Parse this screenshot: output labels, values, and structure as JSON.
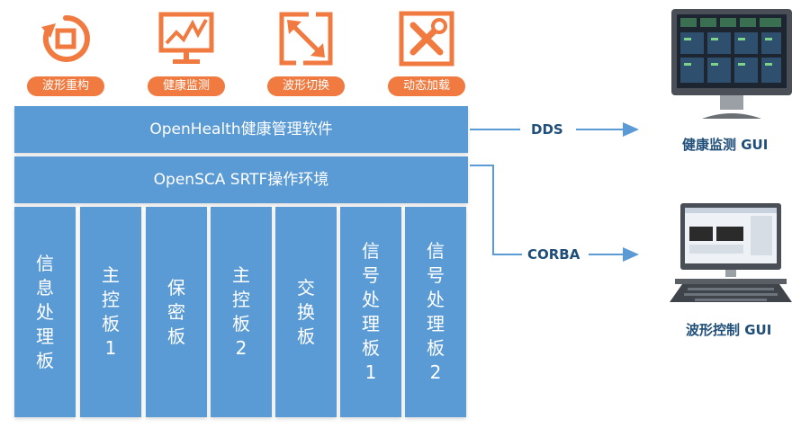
{
  "features": [
    {
      "label": "波形重构",
      "icon": "refresh-square-icon"
    },
    {
      "label": "健康监测",
      "icon": "monitor-chart-icon"
    },
    {
      "label": "波形切换",
      "icon": "switch-arrows-icon"
    },
    {
      "label": "动态加载",
      "icon": "tools-icon"
    }
  ],
  "stack": {
    "top": "OpenHealth健康管理软件",
    "middle": "OpenSCA SRTF操作环境",
    "boards": [
      "信息处理板",
      "主控板1",
      "保密板",
      "主控板2",
      "交换板",
      "信号处理板1",
      "信号处理板2"
    ]
  },
  "links": {
    "dds": "DDS",
    "corba": "CORBA"
  },
  "outputs": {
    "health_gui": "健康监测 GUI",
    "waveform_gui": "波形控制 GUI"
  },
  "colors": {
    "accent_orange": "#f07a3f",
    "block_blue": "#5b9bd5",
    "label_navy": "#1f4e79"
  }
}
